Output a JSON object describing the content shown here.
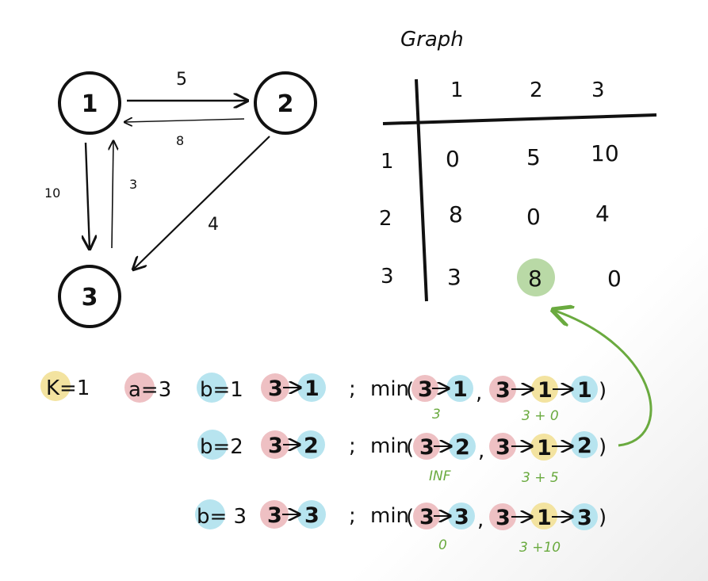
{
  "graph": {
    "nodes": [
      {
        "id": "1",
        "label": "1"
      },
      {
        "id": "2",
        "label": "2"
      },
      {
        "id": "3",
        "label": "3"
      }
    ],
    "edges": [
      {
        "from": "1",
        "to": "2",
        "weight": "5"
      },
      {
        "from": "2",
        "to": "1",
        "weight": "8"
      },
      {
        "from": "1",
        "to": "3",
        "weight": "10"
      },
      {
        "from": "3",
        "to": "1",
        "weight": "3"
      },
      {
        "from": "2",
        "to": "3",
        "weight": "4"
      }
    ]
  },
  "matrix": {
    "title": "Graph",
    "col_headers": [
      "1",
      "2",
      "3"
    ],
    "row_headers": [
      "1",
      "2",
      "3"
    ],
    "rows": [
      [
        "0",
        "5",
        "10"
      ],
      [
        "8",
        "0",
        "4"
      ],
      [
        "3",
        "8",
        "0"
      ]
    ],
    "highlighted_cell": {
      "row": 3,
      "col": 2
    }
  },
  "colors": {
    "k_highlight": "#f3e3a0",
    "a_highlight": "#eec0c3",
    "b_highlight": "#b7e4ef",
    "result_highlight": "#b9d9a6",
    "annotation_green": "#6aaa3f"
  },
  "calc": {
    "k": "K=1",
    "a": "a=3",
    "lines": [
      {
        "b": "b=1",
        "path_src": "3",
        "path_dst": "1",
        "semicolon": ";",
        "min": "min",
        "open": "(",
        "d_src": "3",
        "d_dst": "1",
        "comma": ",",
        "v_src": "3",
        "v_mid": "1",
        "v_dst": "1",
        "close": ")",
        "note_direct": "3",
        "note_via": "3 + 0"
      },
      {
        "b": "b=2",
        "path_src": "3",
        "path_dst": "2",
        "semicolon": ";",
        "min": "min",
        "open": "(",
        "d_src": "3",
        "d_dst": "2",
        "comma": ",",
        "v_src": "3",
        "v_mid": "1",
        "v_dst": "2",
        "close": ")",
        "note_direct": "INF",
        "note_via": "3 + 5"
      },
      {
        "b": "b= 3",
        "path_src": "3",
        "path_dst": "3",
        "semicolon": ";",
        "min": "min",
        "open": "(",
        "d_src": "3",
        "d_dst": "3",
        "comma": ",",
        "v_src": "3",
        "v_mid": "1",
        "v_dst": "3",
        "close": ")",
        "note_direct": "0",
        "note_via": "3 +10"
      }
    ]
  }
}
